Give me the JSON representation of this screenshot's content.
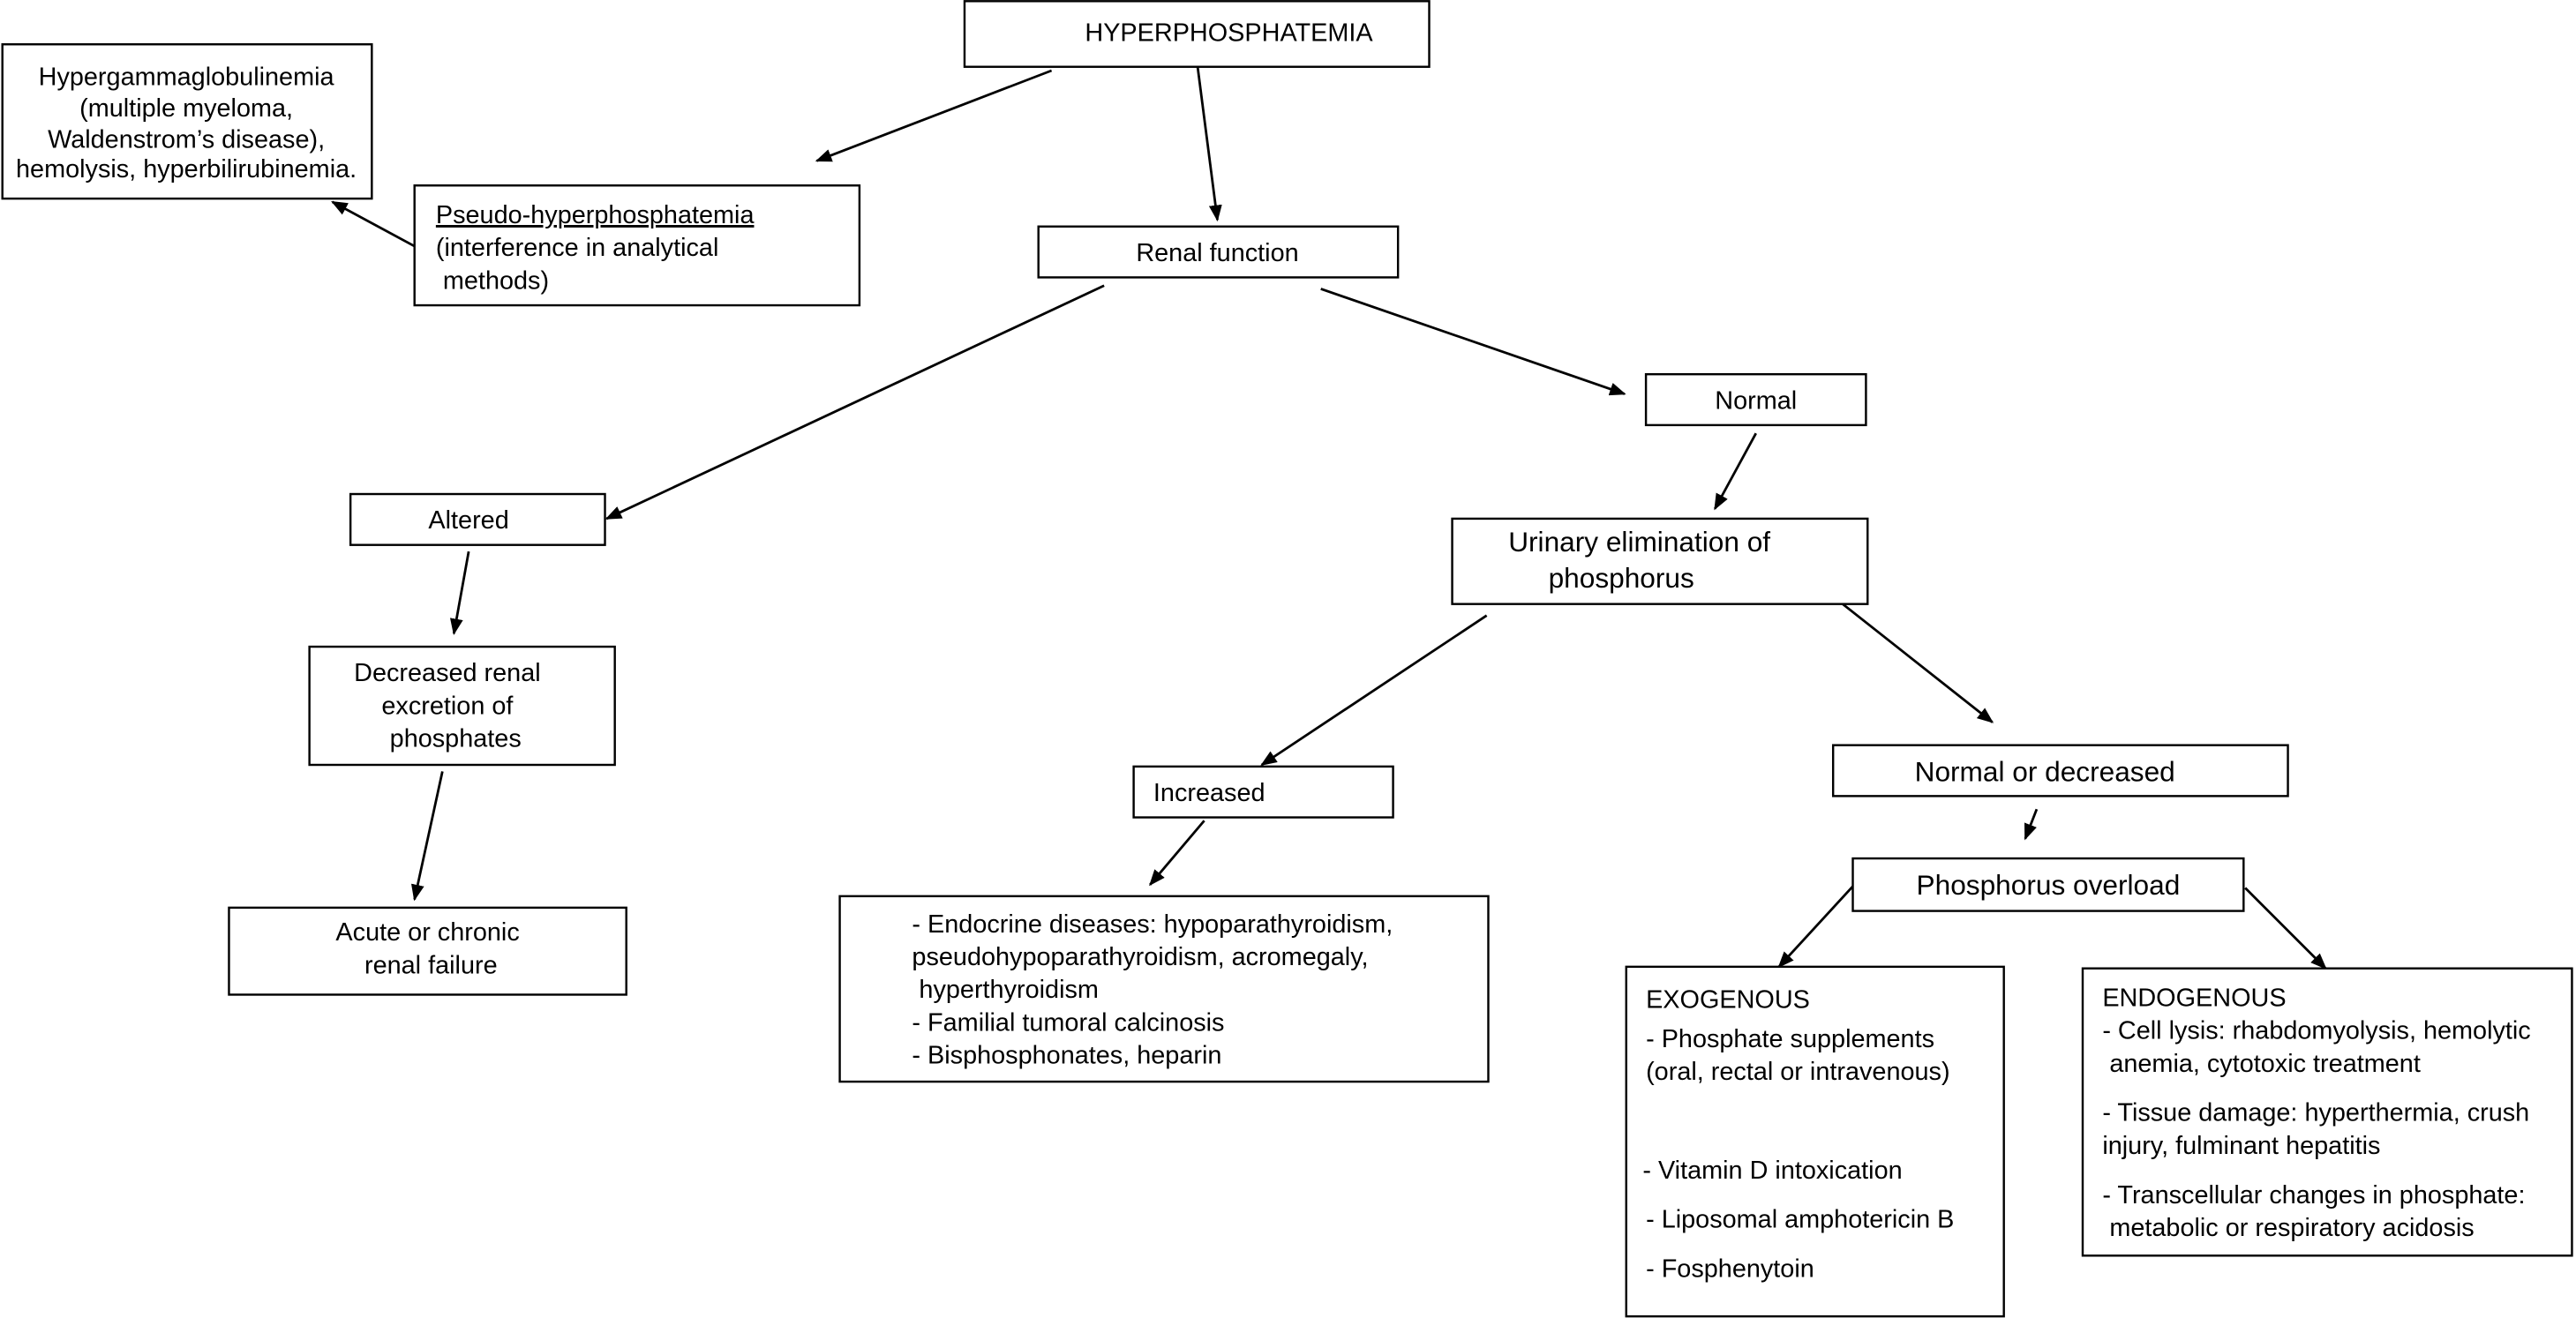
{
  "nodes": {
    "root": {
      "lines": [
        "HYPERPHOSPHATEMIA"
      ]
    },
    "pseudo": {
      "lines": [
        "Pseudo-hyperphosphatemia",
        "(interference in analytical",
        " methods)"
      ]
    },
    "pseudo_causes": {
      "lines": [
        "Hypergammaglobulinemia",
        "(multiple myeloma,",
        "Waldenstrom’s disease),",
        "hemolysis, hyperbilirubinemia."
      ]
    },
    "renal_function": {
      "lines": [
        "Renal function"
      ]
    },
    "altered": {
      "lines": [
        "Altered"
      ]
    },
    "decreased_excretion": {
      "lines": [
        "Decreased renal",
        "excretion of",
        "phosphates"
      ]
    },
    "renal_failure": {
      "lines": [
        "Acute or chronic",
        "renal failure"
      ]
    },
    "normal": {
      "lines": [
        "Normal"
      ]
    },
    "urinary": {
      "lines": [
        "Urinary elimination of",
        "phosphorus"
      ]
    },
    "increased": {
      "lines": [
        "Increased"
      ]
    },
    "increased_causes": {
      "lines": [
        "- Endocrine diseases: hypoparathyroidism,",
        "pseudohypoparathyroidism, acromegaly,",
        " hyperthyroidism",
        "- Familial tumoral calcinosis",
        "- Bisphosphonates, heparin"
      ]
    },
    "normal_decreased": {
      "lines": [
        "Normal or decreased"
      ]
    },
    "overload": {
      "lines": [
        "Phosphorus overload"
      ]
    },
    "exogenous": {
      "lines": [
        "EXOGENOUS",
        "- Phosphate supplements",
        "(oral, rectal or intravenous)",
        "- Vitamin D intoxication",
        "- Liposomal amphotericin B",
        "- Fosphenytoin"
      ]
    },
    "endogenous": {
      "lines": [
        "ENDOGENOUS",
        "- Cell lysis: rhabdomyolysis, hemolytic",
        " anemia, cytotoxic treatment",
        "- Tissue damage: hyperthermia, crush",
        "injury, fulminant hepatitis",
        "- Transcellular changes in phosphate:",
        " metabolic or respiratory acidosis"
      ]
    }
  }
}
